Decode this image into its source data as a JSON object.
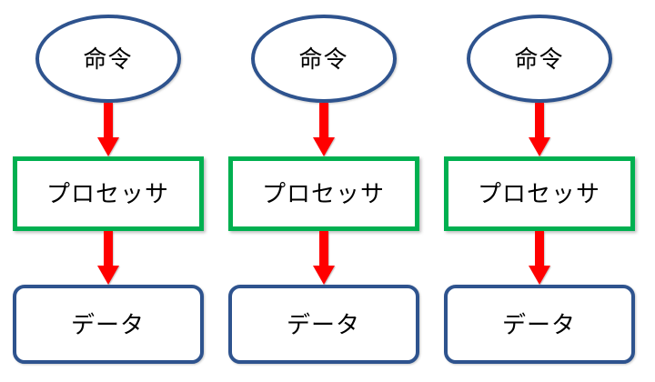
{
  "diagram": {
    "title": "instruction-processor-data pipeline (3 parallel columns)",
    "columns": [
      {
        "instruction": "命令",
        "processor": "プロセッサ",
        "data": "データ"
      },
      {
        "instruction": "命令",
        "processor": "プロセッサ",
        "data": "データ"
      },
      {
        "instruction": "命令",
        "処理": "",
        "processor": "プロセッサ",
        "data": "データ"
      }
    ],
    "colors": {
      "node_border_blue": "#2E538E",
      "processor_border_green": "#00B050",
      "arrow_red": "#FF0000",
      "text": "#000000",
      "background": "#FFFFFF"
    },
    "icons": {
      "arrow": "down-arrow-icon"
    }
  }
}
